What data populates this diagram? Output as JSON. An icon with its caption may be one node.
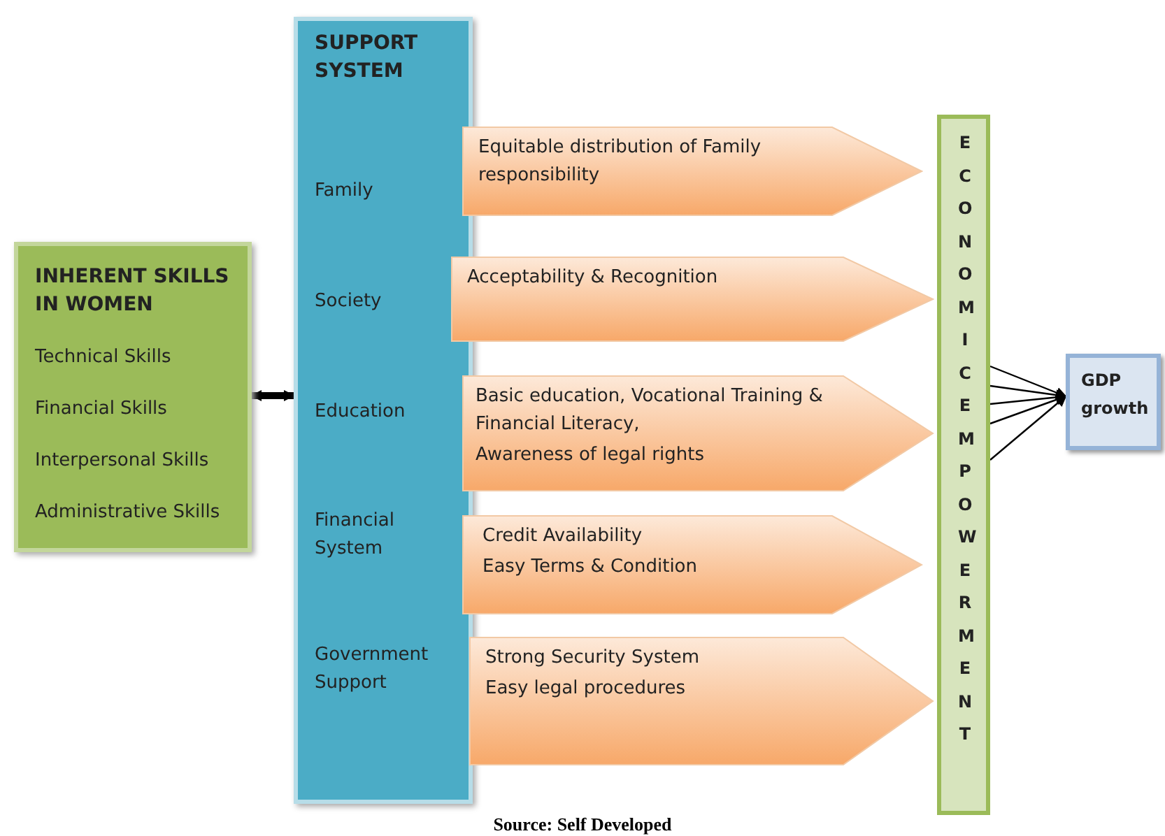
{
  "diagram": {
    "nodes": [
      {
        "text": [
          "INHERENT SKILLS IN WOMEN",
          "Technical Skills",
          "Financial Skills",
          "Interpersonal Skills",
          "Administrative Skills"
        ]
      },
      {
        "text": [
          "SUPPORT SYSTEM",
          "Family",
          "Society",
          "Education",
          "Financial System",
          "Government Support"
        ]
      },
      {
        "text": [
          "Equitable distribution of  Family responsibility"
        ]
      },
      {
        "text": [
          "Acceptability & Recognition"
        ]
      },
      {
        "text": [
          "Basic education, Vocational Training & Financial Literacy,",
          "Awareness of legal rights"
        ]
      },
      {
        "text": [
          "Credit Availability",
          "Easy Terms & Condition"
        ]
      },
      {
        "text": [
          "Strong Security System",
          "Easy legal procedures"
        ]
      },
      {
        "text": [
          "ECONOMIC EMPOWERMENT"
        ]
      },
      {
        "text": [
          "GDP growth"
        ]
      }
    ],
    "edges": [
      {
        "from": 0,
        "to": 1,
        "arrow": "both",
        "style": "thick"
      },
      {
        "from": 7,
        "to": 8,
        "arrow": "to"
      },
      {
        "from": 7,
        "to": 8,
        "arrow": "to"
      },
      {
        "from": 7,
        "to": 8,
        "arrow": "to"
      },
      {
        "from": 7,
        "to": 8,
        "arrow": "to"
      },
      {
        "from": 7,
        "to": 8,
        "arrow": "to"
      }
    ],
    "caption": "Source: Self Developed"
  }
}
